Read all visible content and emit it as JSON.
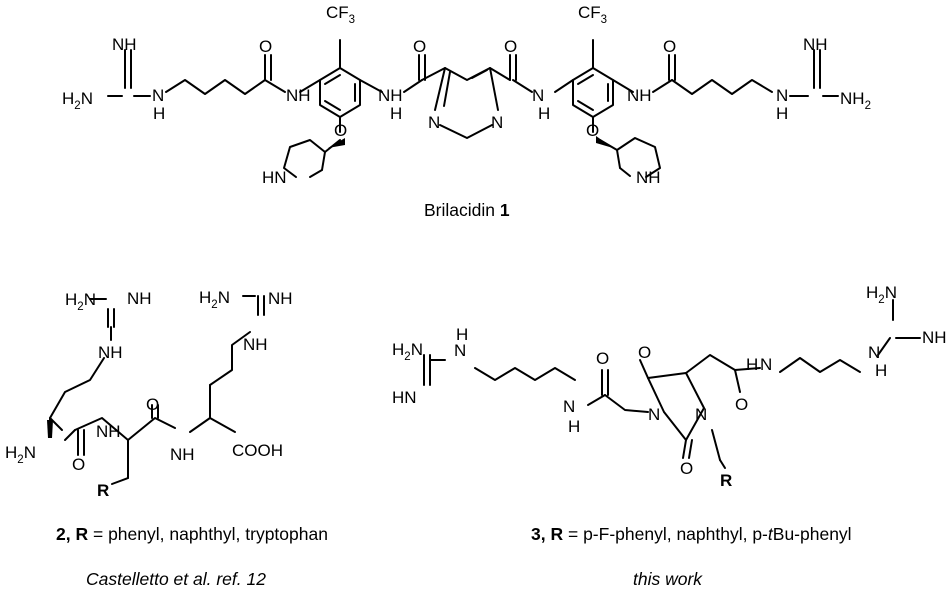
{
  "figure": {
    "brilacidin": {
      "name": "Brilacidin",
      "number": "1",
      "atoms": {
        "cf3": "CF",
        "cf3_sub": "3",
        "nh": "NH",
        "n": "N",
        "h": "H",
        "o": "O",
        "hn": "HN",
        "h2n_h": "H",
        "h2n_2": "2",
        "h2n_n": "N",
        "nh2_nh": "NH",
        "nh2_2": "2"
      }
    },
    "compound2": {
      "number": "2,",
      "r": "R",
      "definition": " = phenyl, naphthyl, tryptophan",
      "source": "Castelletto et al. ref. 12",
      "atoms": {
        "h2n": "H",
        "sub2": "2",
        "n": "N",
        "nh": "NH",
        "o": "O",
        "cooh": "COOH",
        "r": "R"
      }
    },
    "compound3": {
      "number": "3,",
      "r": "R",
      "definition_pre": " = p-F-phenyl, naphthyl, p-",
      "definition_tert": "t",
      "definition_post": "Bu-phenyl",
      "source": "this work",
      "atoms": {
        "h2n": "H",
        "sub2": "2",
        "n": "N",
        "nh": "NH",
        "hn": "HN",
        "h": "H",
        "o": "O",
        "r": "R"
      }
    }
  }
}
